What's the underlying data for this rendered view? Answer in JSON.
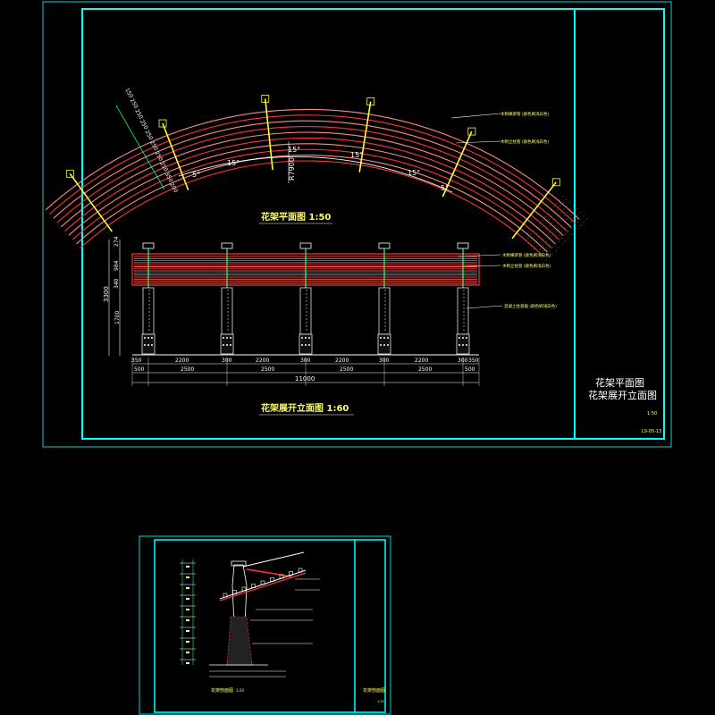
{
  "sheet1": {
    "plan_title": "花架平面图   1:50",
    "plan_radius_label": "R7900",
    "plan_angle_labels": [
      "5°",
      "15°",
      "15°",
      "15°",
      "15°",
      "5°"
    ],
    "plan_left_dims": [
      "150",
      "250",
      "250",
      "250",
      "250",
      "250",
      "250",
      "250",
      "350",
      "200"
    ],
    "plan_callouts": [
      "木制横梁管 (颜色刷浅白色)",
      "木制立柱管 (颜色刷浅白色)"
    ],
    "elev_title": "花架展开立面图   1:60",
    "elev_left_dims": [
      "274",
      "984",
      "3300",
      "340",
      "1700"
    ],
    "elev_callouts": [
      "木制横梁管 (颜色刷浅白色)",
      "木制立柱管 (颜色刷浅白色)",
      "混凝土柱基础 (颜色刷浅白色)"
    ],
    "elev_dim_row1": [
      "350",
      "2200",
      "300",
      "2200",
      "300",
      "2200",
      "300",
      "2200",
      "300",
      "350"
    ],
    "elev_dim_row2": [
      "500",
      "2500",
      "2500",
      "2500",
      "2500",
      "500"
    ],
    "elev_total": "11000",
    "title_block_line1": "花架平面图",
    "title_block_line2": "花架展开立面图",
    "title_block_scale": "1:50",
    "drawing_number": "LS-05-13"
  },
  "sheet2": {
    "section_title": "花架剖面图",
    "section_scale": "1:20",
    "title_block_text": "花架剖面图",
    "title_block_scale": "1:20"
  },
  "colors": {
    "frame": "#00ffff",
    "beam": "#ff3333",
    "post": "#ffff33",
    "rafter": "#33ff66",
    "dim": "#ffffff"
  }
}
